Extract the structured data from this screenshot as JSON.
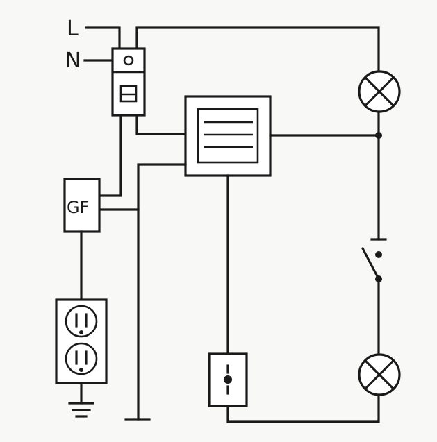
{
  "labels": {
    "line": "L",
    "neutral": "N",
    "gfci": "GF"
  }
}
